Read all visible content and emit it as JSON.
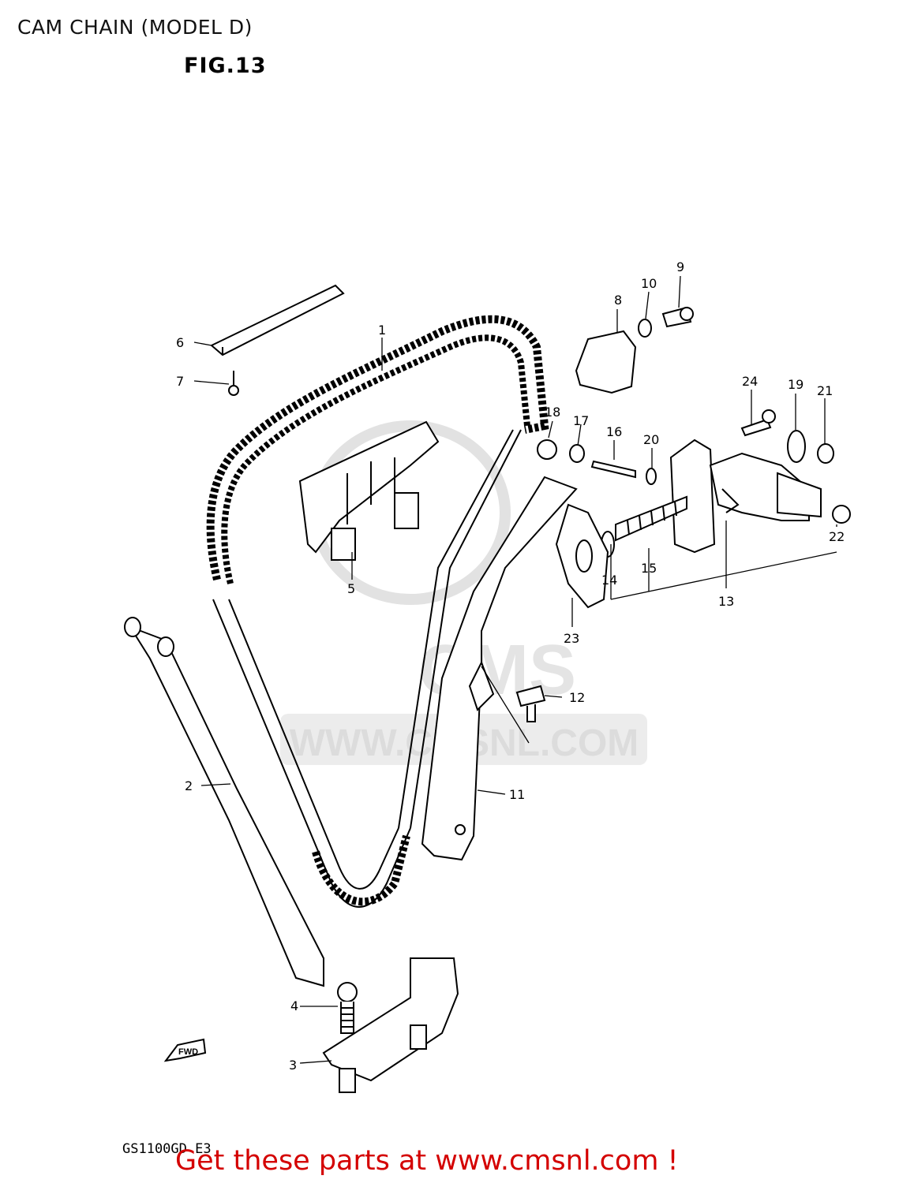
{
  "header": {
    "title": "CAM CHAIN (MODEL D)",
    "figure": "FIG.13"
  },
  "watermark": {
    "text": "WWW.CMSNL.COM",
    "logo_text": "CMS"
  },
  "fwd_label": "FWD",
  "callouts": [
    "1",
    "2",
    "3",
    "4",
    "5",
    "6",
    "7",
    "8",
    "9",
    "10",
    "11",
    "12",
    "13",
    "14",
    "15",
    "16",
    "17",
    "18",
    "19",
    "20",
    "21",
    "22",
    "23",
    "24"
  ],
  "footer": {
    "model_code": "GS1100GD E3",
    "promo": "Get these parts at www.cmsnl.com !"
  },
  "colors": {
    "promo": "#d40000",
    "line": "#000000",
    "watermark": "#dcdcdc"
  }
}
